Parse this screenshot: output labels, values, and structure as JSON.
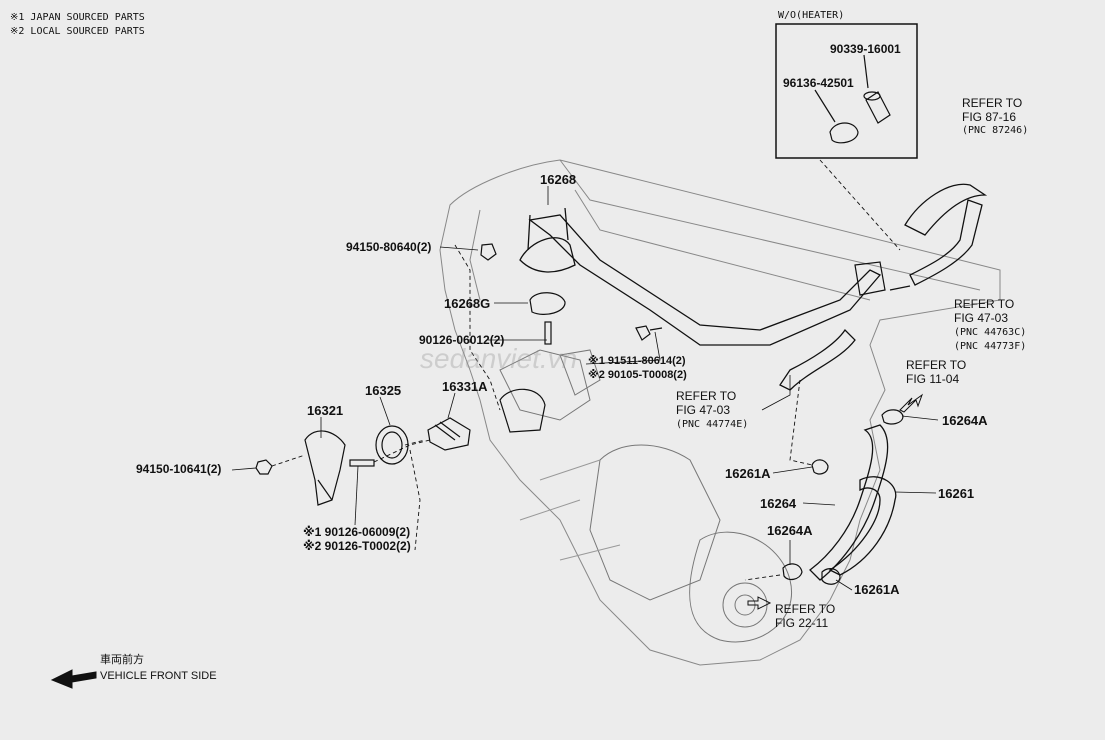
{
  "notes": {
    "line1": "※1 JAPAN SOURCED PARTS",
    "line2": "※2 LOCAL SOURCED PARTS"
  },
  "inset": {
    "title": "W/O(HEATER)",
    "part_a": "90339-16001",
    "part_b": "96136-42501"
  },
  "labels": {
    "p16268": "16268",
    "p94150_80640": "94150-80640(2)",
    "p16268g": "16268G",
    "p90126_06012": "90126-06012(2)",
    "p91511_80614": "※1 91511-80614(2)",
    "p90105_t0008": "※2 90105-T0008(2)",
    "p16325": "16325",
    "p16331a": "16331A",
    "p16321": "16321",
    "p94150_10641": "94150-10641(2)",
    "p90126_06009": "※1 90126-06009(2)",
    "p90126_t0002": "※2 90126-T0002(2)",
    "p16264a_top": "16264A",
    "p16261a_top": "16261A",
    "p16264": "16264",
    "p16261": "16261",
    "p16264a_bot": "16264A",
    "p16261a_bot": "16261A"
  },
  "refs": {
    "r87_1": "REFER TO",
    "r87_2": "FIG 87-16",
    "r87_3": "(PNC 87246)",
    "r47a_1": "REFER TO",
    "r47a_2": "FIG 47-03",
    "r47a_3": "(PNC 44763C)",
    "r47a_4": "(PNC 44773F)",
    "r11_1": "REFER TO",
    "r11_2": "FIG 11-04",
    "r47b_1": "REFER TO",
    "r47b_2": "FIG 47-03",
    "r47b_3": "(PNC 44774E)",
    "r22_1": "REFER TO",
    "r22_2": "FIG 22-11"
  },
  "front": {
    "jp": "車両前方",
    "en": "VEHICLE FRONT SIDE"
  },
  "watermark": "sedanviet.vn"
}
